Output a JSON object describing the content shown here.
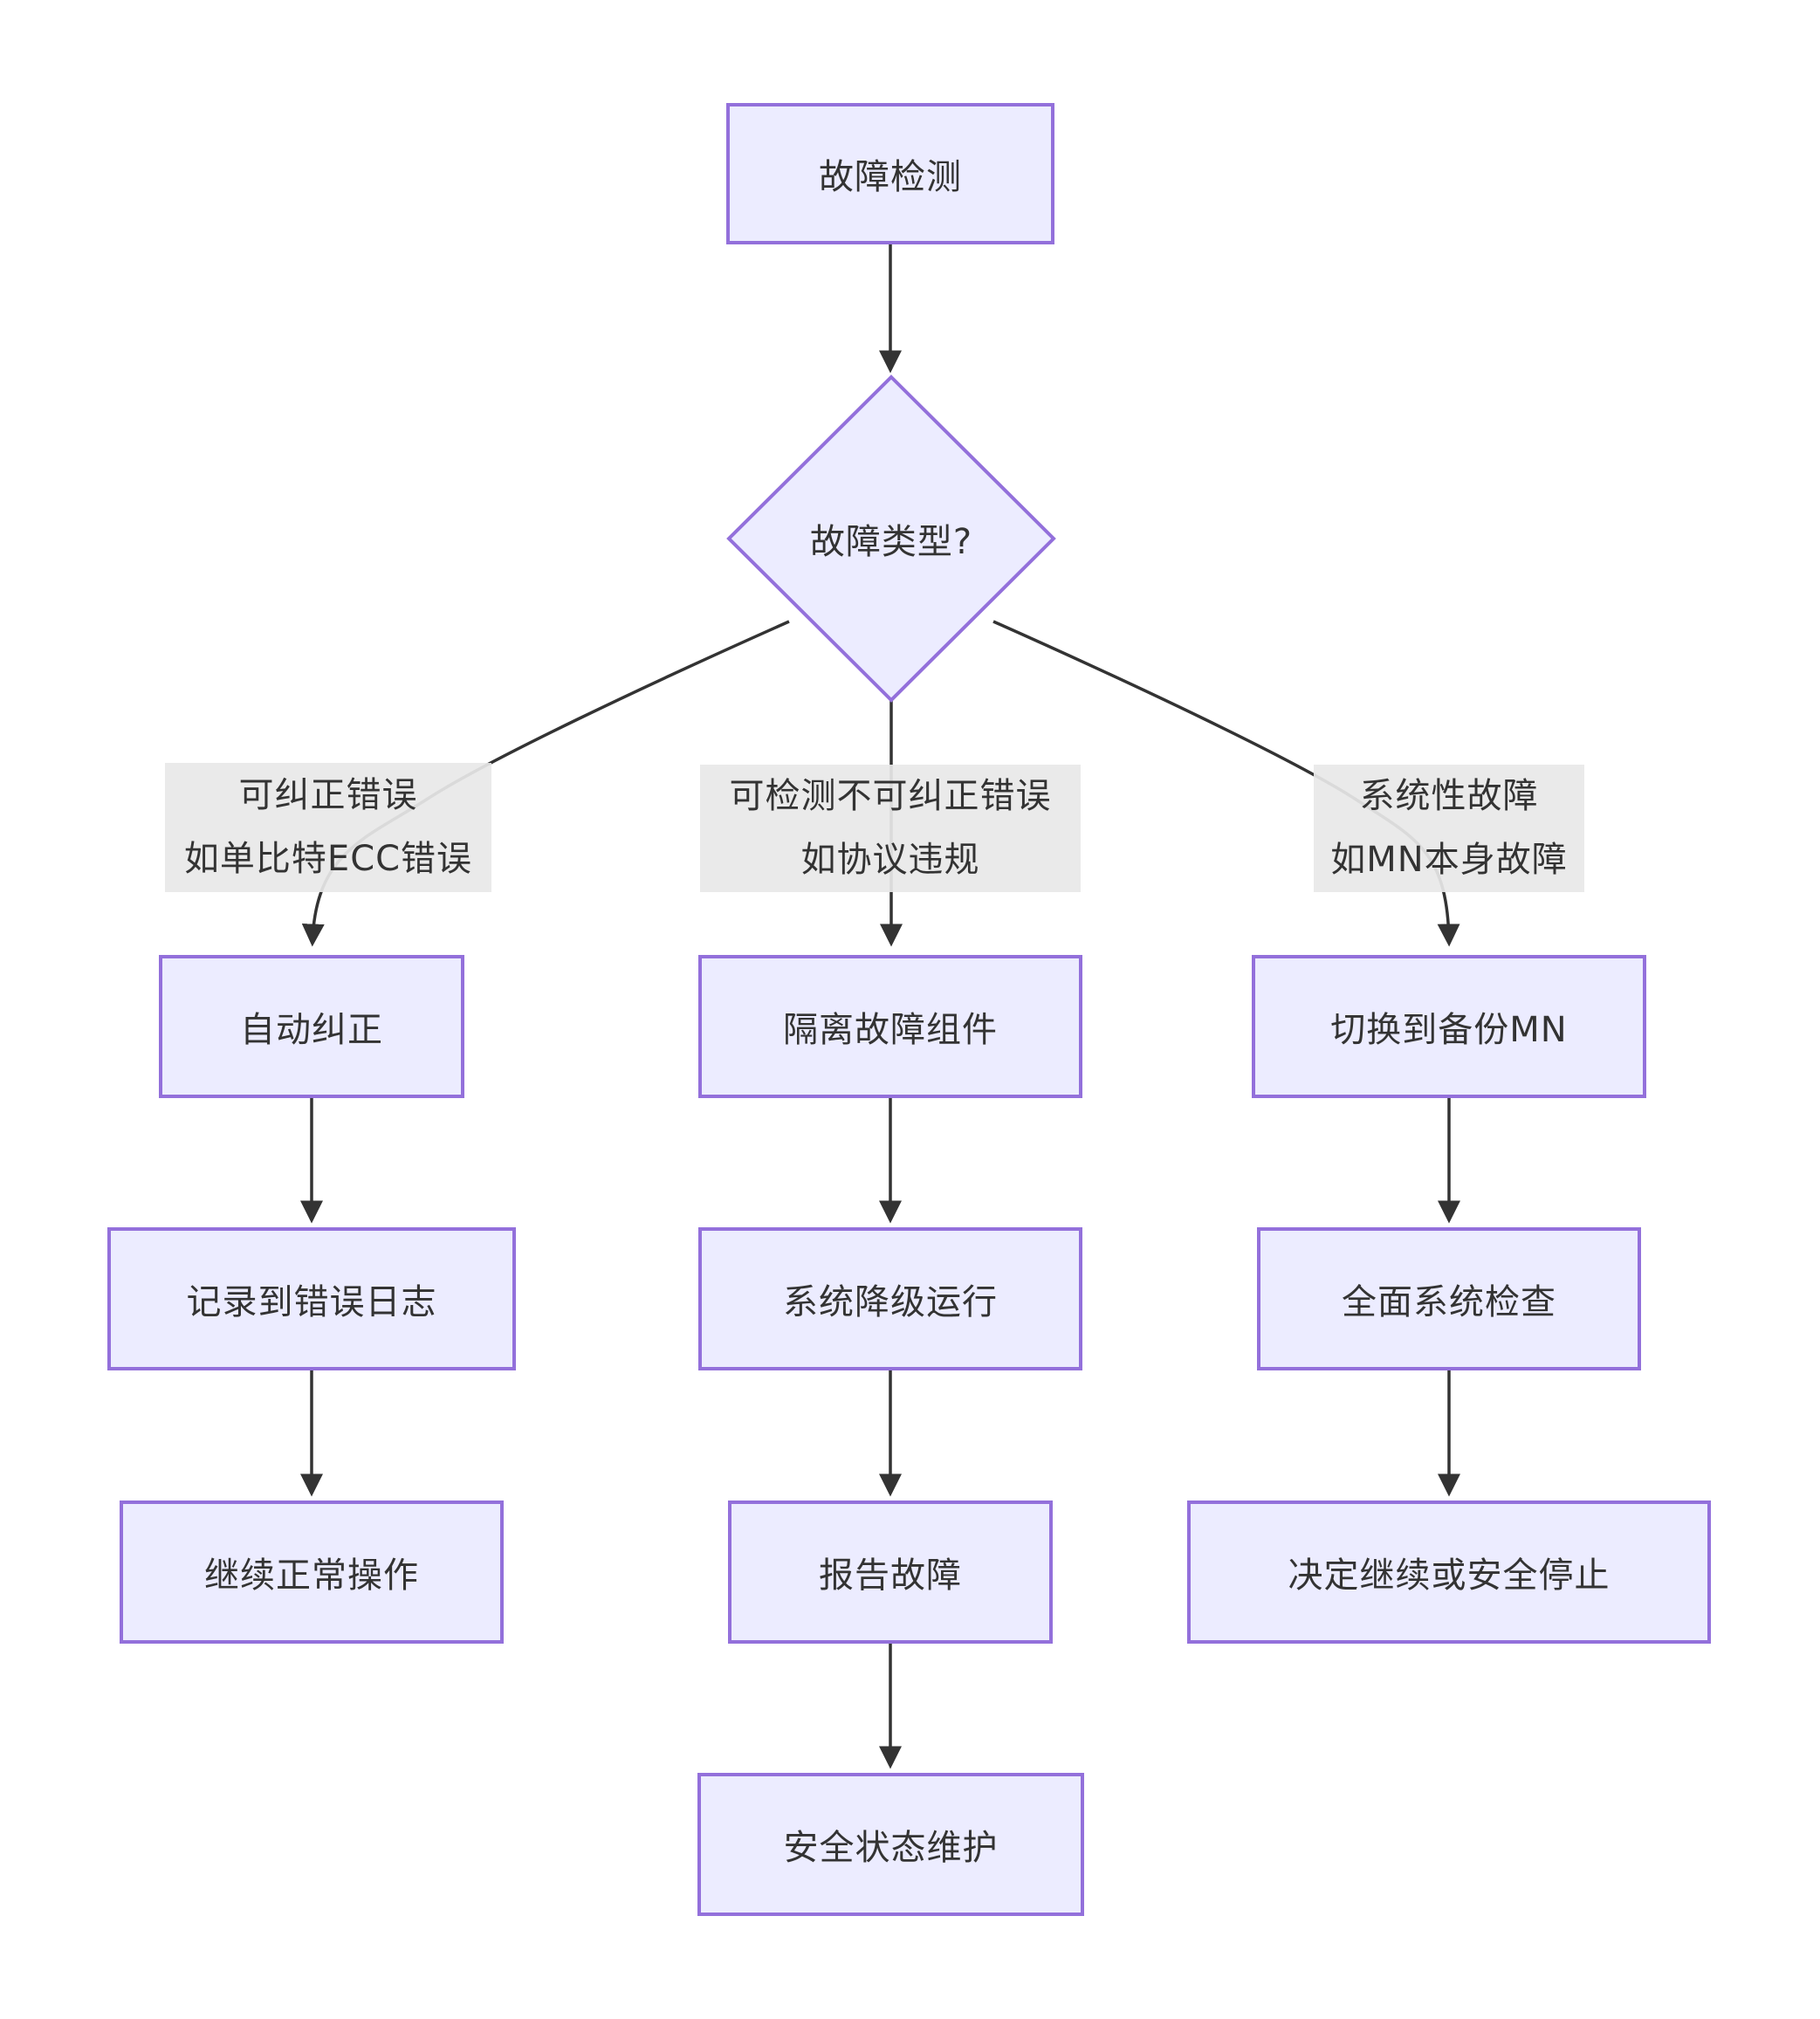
{
  "diagram_type": "flowchart",
  "direction": "top-down",
  "colors": {
    "background": "#ffffff",
    "node_fill": "#ececff",
    "node_border": "#9370db",
    "edge_line": "#333333",
    "edge_label_bg": "#e8e8e8",
    "text": "#333333"
  },
  "nodes": {
    "fault_detection": {
      "label": "故障检测",
      "shape": "rect"
    },
    "fault_type": {
      "label": "故障类型?",
      "shape": "diamond"
    },
    "auto_correct": {
      "label": "自动纠正",
      "shape": "rect"
    },
    "log_error": {
      "label": "记录到错误日志",
      "shape": "rect"
    },
    "continue_normal": {
      "label": "继续正常操作",
      "shape": "rect"
    },
    "isolate_component": {
      "label": "隔离故障组件",
      "shape": "rect"
    },
    "degraded_operation": {
      "label": "系统降级运行",
      "shape": "rect"
    },
    "report_fault": {
      "label": "报告故障",
      "shape": "rect"
    },
    "safe_state": {
      "label": "安全状态维护",
      "shape": "rect"
    },
    "switch_backup": {
      "label": "切换到备份MN",
      "shape": "rect"
    },
    "full_check": {
      "label": "全面系统检查",
      "shape": "rect"
    },
    "decide": {
      "label": "决定继续或安全停止",
      "shape": "rect"
    }
  },
  "edge_labels": {
    "correctable": {
      "line1": "可纠正错误",
      "line2": "如单比特ECC错误"
    },
    "detectable": {
      "line1": "可检测不可纠正错误",
      "line2": "如协议违规"
    },
    "systemic": {
      "line1": "系统性故障",
      "line2": "如MN本身故障"
    }
  },
  "edges": [
    {
      "from": "fault_detection",
      "to": "fault_type",
      "label": ""
    },
    {
      "from": "fault_type",
      "to": "auto_correct",
      "label": "correctable"
    },
    {
      "from": "fault_type",
      "to": "isolate_component",
      "label": "detectable"
    },
    {
      "from": "fault_type",
      "to": "switch_backup",
      "label": "systemic"
    },
    {
      "from": "auto_correct",
      "to": "log_error",
      "label": ""
    },
    {
      "from": "log_error",
      "to": "continue_normal",
      "label": ""
    },
    {
      "from": "isolate_component",
      "to": "degraded_operation",
      "label": ""
    },
    {
      "from": "degraded_operation",
      "to": "report_fault",
      "label": ""
    },
    {
      "from": "report_fault",
      "to": "safe_state",
      "label": ""
    },
    {
      "from": "switch_backup",
      "to": "full_check",
      "label": ""
    },
    {
      "from": "full_check",
      "to": "decide",
      "label": ""
    }
  ]
}
